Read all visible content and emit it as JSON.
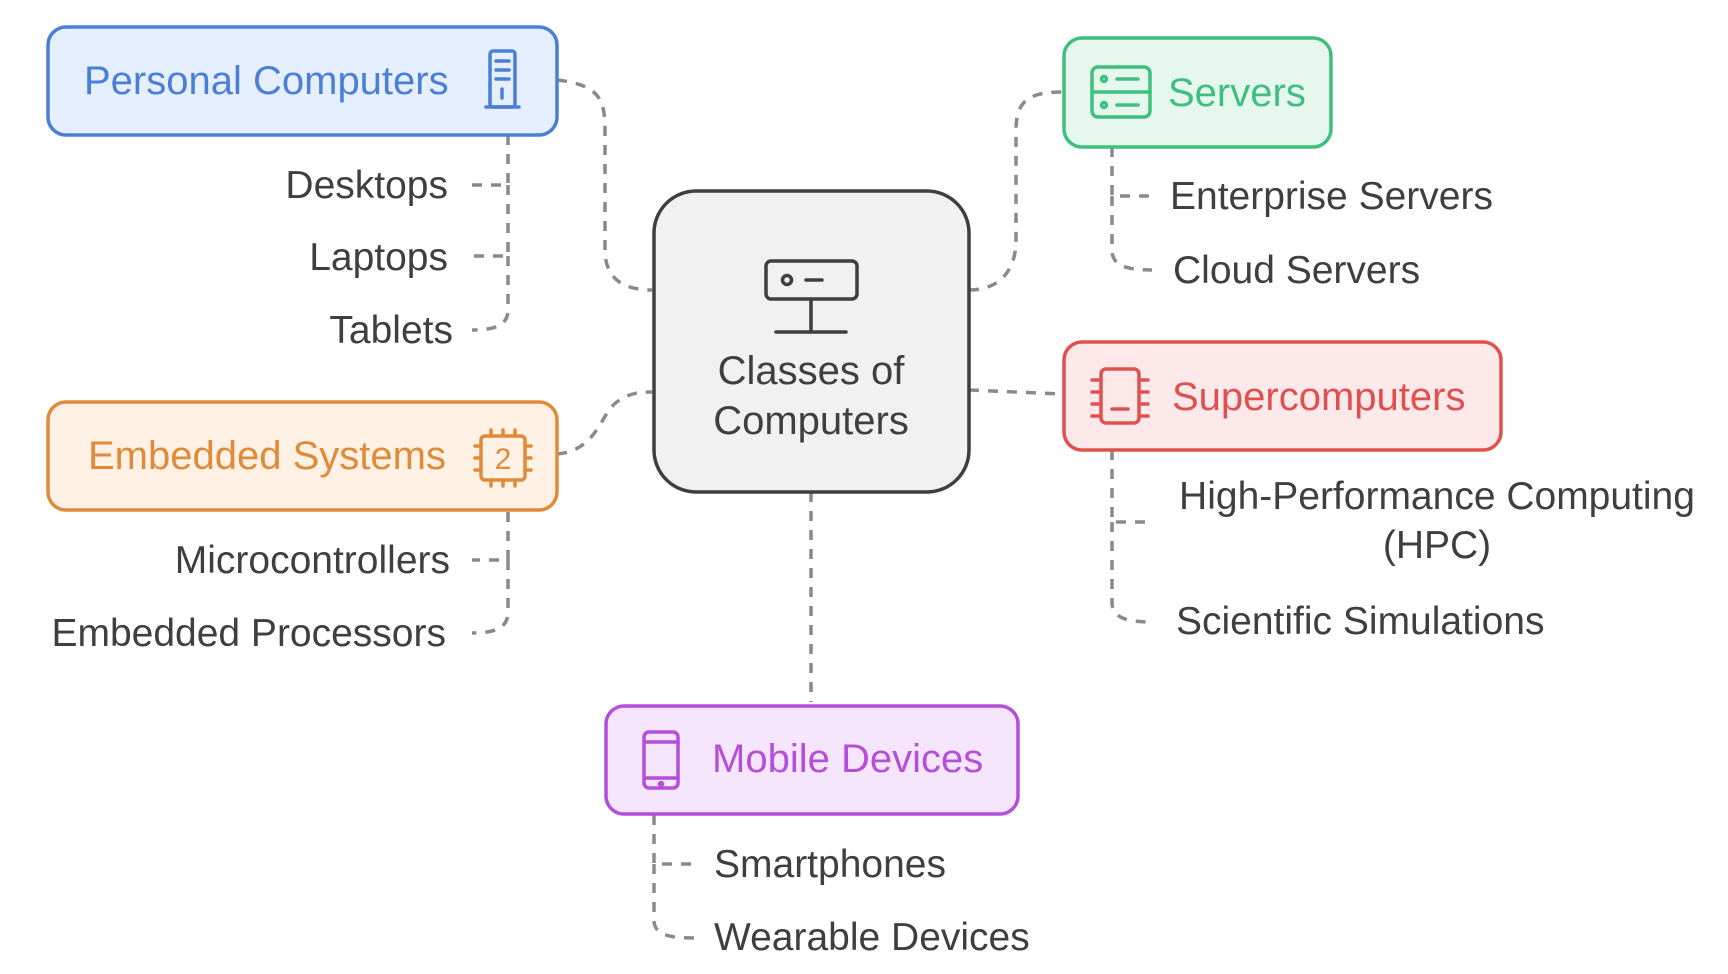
{
  "center": {
    "line1": "Classes of",
    "line2": "Computers",
    "icon": "monitor-icon"
  },
  "branches": {
    "personal": {
      "label": "Personal Computers",
      "icon": "tower-pc-icon",
      "color": "#4a7fd6",
      "fill": "#e6efff",
      "items": [
        "Desktops",
        "Laptops",
        "Tablets"
      ]
    },
    "servers": {
      "label": "Servers",
      "icon": "server-icon",
      "color": "#3fbf7f",
      "fill": "#e6f8ee",
      "items": [
        "Enterprise Servers",
        "Cloud Servers"
      ]
    },
    "embedded": {
      "label": "Embedded Systems",
      "icon": "chip-icon",
      "icon_text": "2",
      "color": "#e08a3a",
      "fill": "#fff1e3",
      "items": [
        "Microcontrollers",
        "Embedded Processors"
      ]
    },
    "super": {
      "label": "Supercomputers",
      "icon": "cpu-icon",
      "color": "#e0504f",
      "fill": "#fde9e9",
      "items": [
        "High-Performance Computing",
        "(HPC)",
        "Scientific Simulations"
      ]
    },
    "mobile": {
      "label": "Mobile Devices",
      "icon": "smartphone-icon",
      "color": "#b44fd9",
      "fill": "#f6e6fd",
      "items": [
        "Smartphones",
        "Wearable Devices"
      ]
    }
  }
}
